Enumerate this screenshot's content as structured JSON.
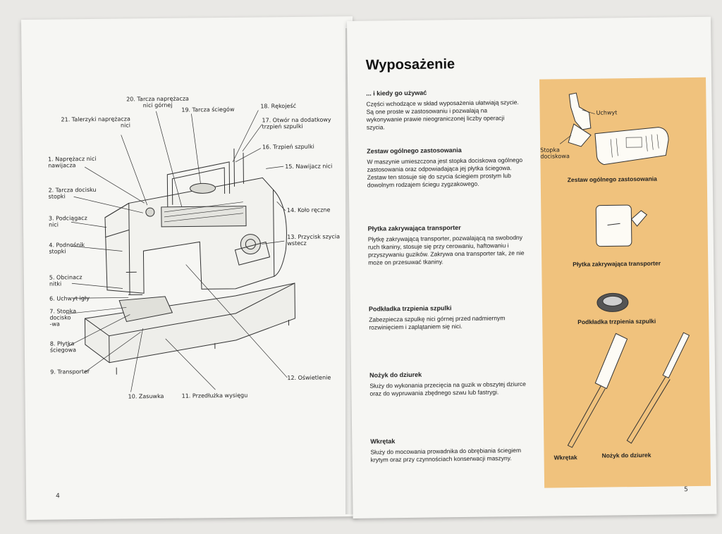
{
  "left_page": {
    "page_number": "4",
    "labels": [
      "20. Tarcza naprężacza\nnici górnej",
      "21. Talerzyki naprężacza\nnici",
      "19. Tarcza ściegów",
      "18. Rękojeść",
      "17. Otwór na dodatkowy\ntrzpień szpulki",
      "16. Trzpień szpulki",
      "15. Nawijacz nici",
      "1. Naprężacz nici\nnawijacza",
      "2. Tarcza docisku\nstopki",
      "3. Podciągacz\nnici",
      "4. Podnośnik\nstopki",
      "14. Koło ręczne",
      "13. Przycisk szycia\nwstecz",
      "5. Obcinacz\nnitki",
      "6. Uchwyt igły",
      "7. Stopka\ndocisko\n-wa",
      "8. Płytka\nściegowa",
      "9. Transporter",
      "10. Zasuwka",
      "11. Przedłużka wysięgu",
      "12. Oświetlenie"
    ]
  },
  "right_page": {
    "page_number": "5",
    "title": "Wyposażenie",
    "sections": [
      {
        "heading": "... i kiedy go używać",
        "body": "Części wchodzące w skład wyposażenia ułatwiają szycie. Są one proste w zastosowaniu i pozwalają na wykonywanie prawie nieograniczonej liczby operacji szycia."
      },
      {
        "heading": "Zestaw ogólnego zastosowania",
        "body": "W maszynie umieszczona jest stopka dociskowa ogólnego zastosowania oraz odpowiadająca jej płytka ściegowa. Zestaw ten stosuje się do szycia ściegiem prostym lub dowolnym rodzajem ściegu zygzakowego."
      },
      {
        "heading": "Płytka zakrywająca transporter",
        "body": "Płytkę zakrywającą transporter, pozwalającą na swobodny ruch tkaniny, stosuje się przy cerowaniu, haftowaniu i przyszywaniu guzików. Zakrywa ona transporter tak, że nie może on przesuwać tkaniny."
      },
      {
        "heading": "Podkładka trzpienia szpulki",
        "body": "Zabezpiecza szpulkę nici górnej przed nadmiernym rozwinięciem i zaplątaniem się nici."
      },
      {
        "heading": "Nożyk do dziurek",
        "body": "Służy do wykonania przecięcia na guzik w obszytej dziurce oraz do wypruwania zbędnego szwu lub fastrygi."
      },
      {
        "heading": "Wkrętak",
        "body": "Służy do mocowania prowadnika do obrębiania ściegiem krytym oraz przy czynnościach konserwacji maszyny."
      }
    ],
    "panel": {
      "uchwyt": "Uchwyt",
      "stopka": "Stopka\ndociskowa",
      "cap_zestaw": "Zestaw ogólnego zastosowania",
      "cap_plytka": "Płytka zakrywająca transporter",
      "cap_podkladka": "Podkładka trzpienia szpulki",
      "cap_wkretak": "Wkrętak",
      "cap_nozyk": "Nożyk do dziurek"
    }
  },
  "colors": {
    "panel": "#f0c27d",
    "paper": "#f6f6f3",
    "background": "#e9e8e5"
  }
}
